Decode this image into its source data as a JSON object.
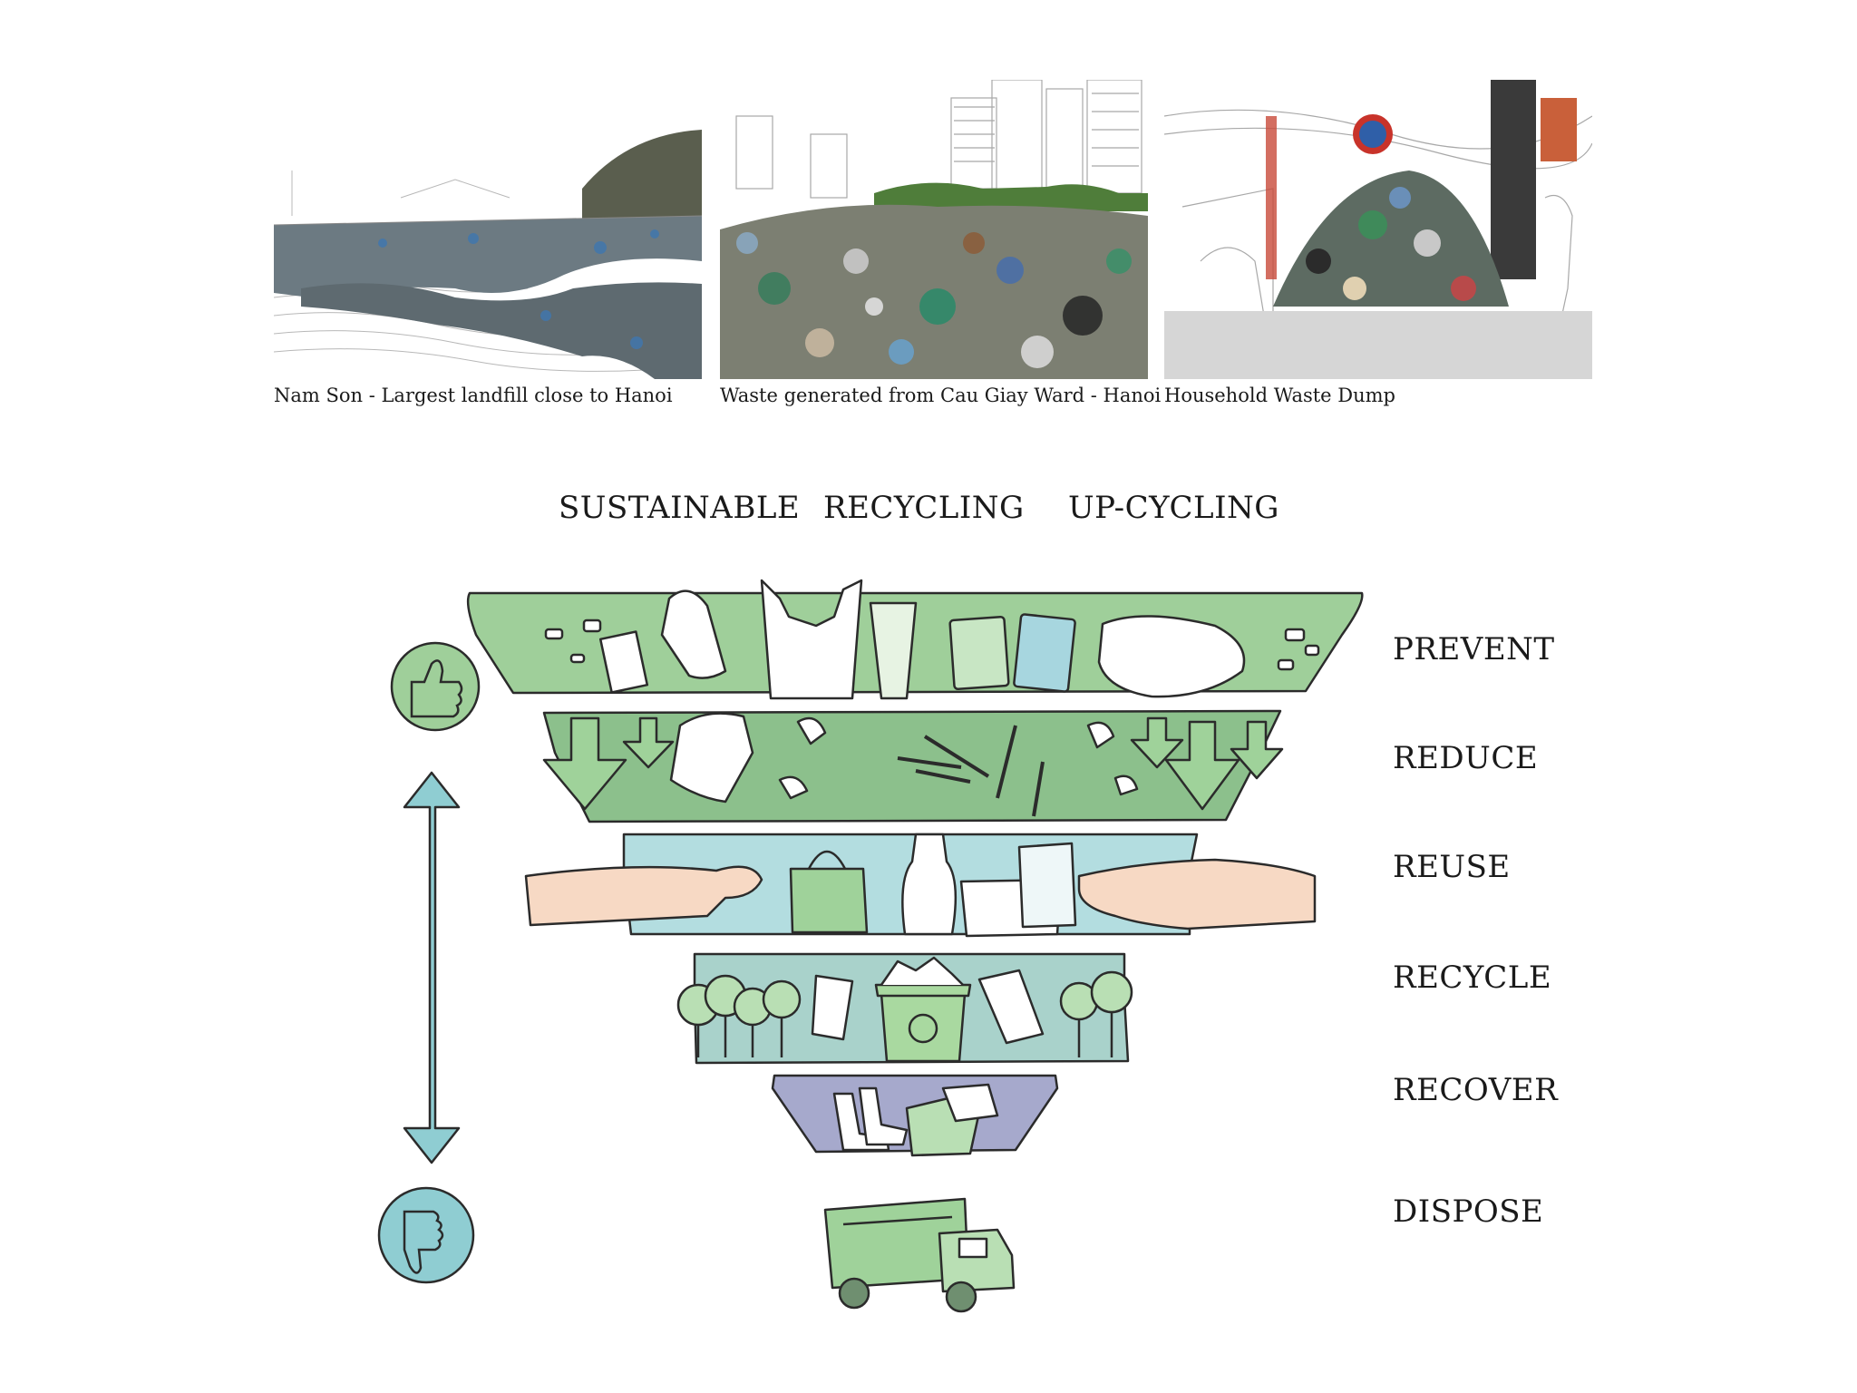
{
  "photos": [
    {
      "caption": "Nam Son - Largest landfill close to Hanoi"
    },
    {
      "caption": "Waste generated from Cau Giay Ward - Hanoi"
    },
    {
      "caption": "Household Waste Dump"
    }
  ],
  "approaches": [
    "SUSTAINABLE",
    "RECYCLING",
    "UP-CYCLING"
  ],
  "tiers": [
    {
      "label": "PREVENT",
      "color": "#9fcf9a"
    },
    {
      "label": "REDUCE",
      "color": "#8cc08c"
    },
    {
      "label": "REUSE",
      "color": "#b3dde0"
    },
    {
      "label": "RECYCLE",
      "color": "#a9d2cb"
    },
    {
      "label": "RECOVER",
      "color": "#a6a9cc"
    },
    {
      "label": "DISPOSE",
      "color": "#9ccf96"
    }
  ],
  "icons": {
    "good": "thumbs-up-icon",
    "bad": "thumbs-down-icon",
    "scale": "double-arrow-icon"
  },
  "colors": {
    "ink": "#2b2b2b",
    "arrow": "#8fcdd2",
    "thumb_up_bg": "#9fcf9a",
    "thumb_down_bg": "#8fcdd2",
    "hand": "#f7d9c4"
  }
}
